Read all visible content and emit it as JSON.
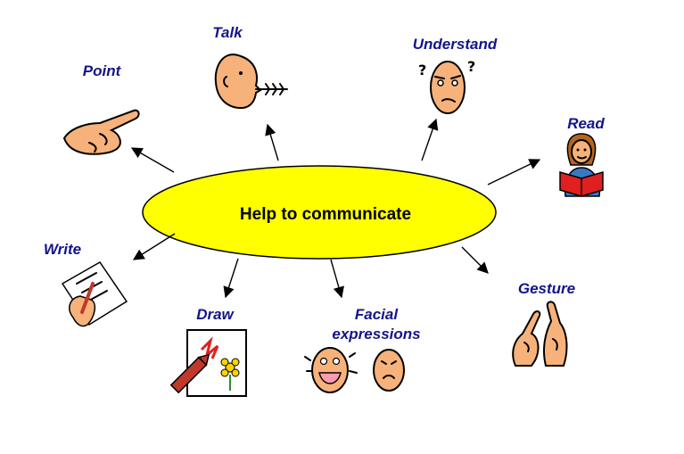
{
  "center": {
    "label": "Help to communicate",
    "fill": "#ffff00"
  },
  "label_color": "#14148a",
  "nodes": {
    "talk": {
      "label": "Talk",
      "icon": "talking-face-icon"
    },
    "understand": {
      "label": "Understand",
      "icon": "confused-face-icon"
    },
    "point": {
      "label": "Point",
      "icon": "pointing-hand-icon"
    },
    "read": {
      "label": "Read",
      "icon": "person-reading-icon"
    },
    "write": {
      "label": "Write",
      "icon": "hand-writing-icon"
    },
    "draw": {
      "label": "Draw",
      "icon": "crayon-drawing-icon"
    },
    "facial": {
      "label_line1": "Facial",
      "label_line2": "expressions",
      "icon": "happy-sad-faces-icon"
    },
    "gesture": {
      "label": "Gesture",
      "icon": "gesturing-hands-icon"
    }
  }
}
